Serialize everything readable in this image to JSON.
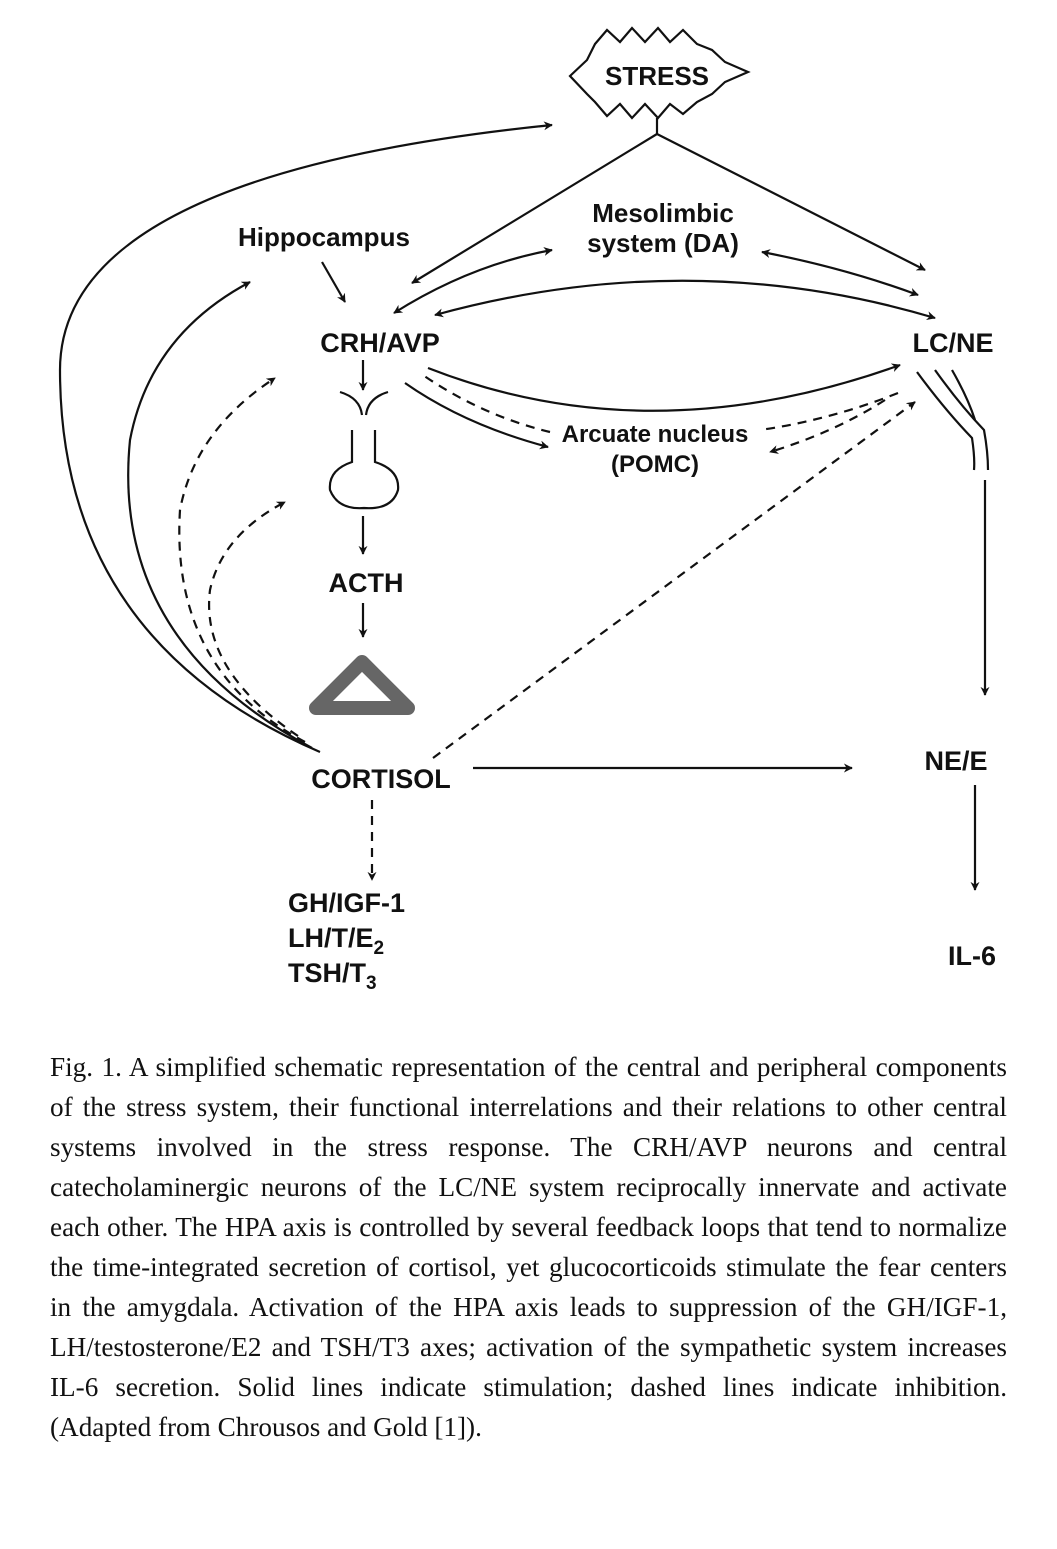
{
  "nodes": {
    "stress": "STRESS",
    "hippocampus": "Hippocampus",
    "mesolimbic_line1": "Mesolimbic",
    "mesolimbic_line2": "system (DA)",
    "crh_avp": "CRH/AVP",
    "lc_ne": "LC/NE",
    "arcuate_line1": "Arcuate nucleus",
    "arcuate_line2": "(POMC)",
    "acth": "ACTH",
    "cortisol": "CORTISOL",
    "ne_e": "NE/E",
    "il6": "IL-6",
    "gh_igf": "GH/IGF-1",
    "lh_base": "LH/T/E",
    "lh_sub": "2",
    "tsh_base": "TSH/T",
    "tsh_sub": "3"
  },
  "caption": "Fig. 1. A simplified schematic representation of the central and peripheral components of the stress system, their functional interrelations and their relations to other central systems involved in the stress response. The CRH/AVP neurons and central catecholaminergic neurons of the LC/NE system reciprocally innervate and activate each other. The HPA axis is controlled by several feedback loops that tend to normalize the time-integrated secretion of cortisol, yet glucocorticoids stimulate the fear centers in the amygdala. Activation of the HPA axis leads to suppression of the GH/IGF-1, LH/testosterone/E2 and TSH/T3 axes; activation of the sympathetic system increases IL-6 secretion. Solid lines indicate stimulation; dashed lines indicate inhibition. (Adapted from Chrousos and Gold [1]).",
  "legend_colors": {
    "ink": "#111111",
    "adrenal": "#666666"
  }
}
